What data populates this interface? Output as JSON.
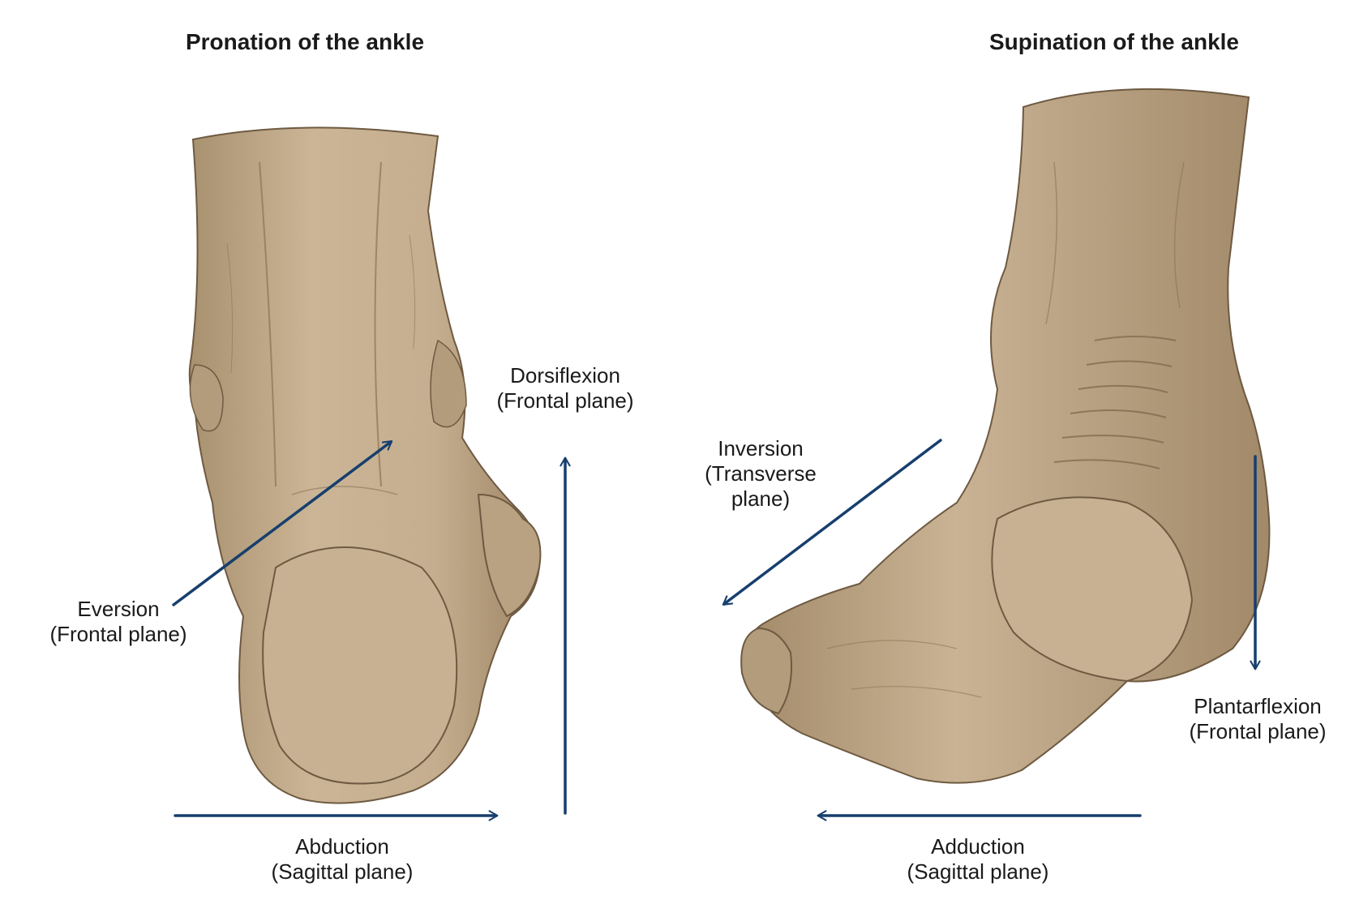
{
  "pronation": {
    "title": "Pronation of the ankle",
    "eversion": {
      "line1": "Eversion",
      "line2": "(Frontal plane)"
    },
    "dorsiflexion": {
      "line1": "Dorsiflexion",
      "line2": "(Frontal plane)"
    },
    "abduction": {
      "line1": "Abduction",
      "line2": "(Sagittal plane)"
    }
  },
  "supination": {
    "title": "Supination of the ankle",
    "inversion": {
      "line1": "Inversion",
      "line2": "(Transverse",
      "line3": "plane)"
    },
    "plantarflexion": {
      "line1": "Plantarflexion",
      "line2": "(Frontal plane)"
    },
    "adduction": {
      "line1": "Adduction",
      "line2": "(Sagittal plane)"
    }
  },
  "colors": {
    "arrow": "#173f6e",
    "skin": "#c4ae90",
    "skin_shade": "#a38c6c",
    "outline": "#6e5a42"
  }
}
